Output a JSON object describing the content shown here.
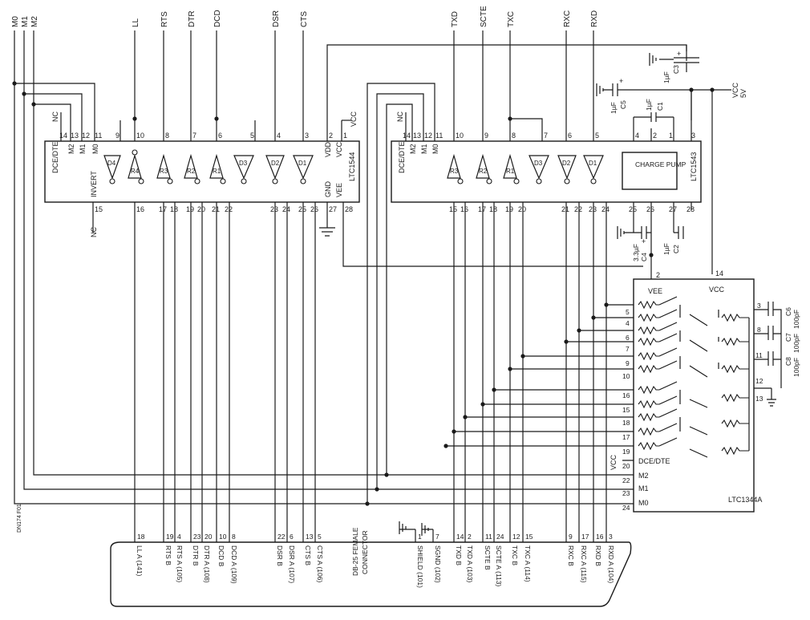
{
  "top_signals": [
    {
      "id": "m0",
      "label": "M0"
    },
    {
      "id": "m1",
      "label": "M1"
    },
    {
      "id": "m2",
      "label": "M2"
    },
    {
      "id": "ll",
      "label": "LL"
    },
    {
      "id": "rts",
      "label": "RTS"
    },
    {
      "id": "dtr",
      "label": "DTR"
    },
    {
      "id": "dcd",
      "label": "DCD"
    },
    {
      "id": "dsr",
      "label": "DSR"
    },
    {
      "id": "cts",
      "label": "CTS"
    },
    {
      "id": "txd",
      "label": "TXD"
    },
    {
      "id": "scte",
      "label": "SCTE"
    },
    {
      "id": "txc",
      "label": "TXC"
    },
    {
      "id": "rxc",
      "label": "RXC"
    },
    {
      "id": "rxd",
      "label": "RXD"
    }
  ],
  "ic_left": {
    "name": "LTC1544",
    "top_pins": [
      "14",
      "13",
      "12",
      "11",
      "10",
      "9",
      "8",
      "7",
      "6",
      "5",
      "4",
      "3",
      "2",
      "1"
    ],
    "bottom_pins": [
      "15",
      "16",
      "17",
      "18",
      "19",
      "20",
      "21",
      "22",
      "23",
      "24",
      "25",
      "26",
      "27",
      "28"
    ],
    "labels": {
      "nc_top": "NC",
      "dce_dte": "DCE/DTE",
      "m2": "M2",
      "m1": "M1",
      "m0": "M0",
      "invert": "INVERT",
      "nc_bottom": "NC",
      "vcc": "VCC",
      "vdd": "VDD",
      "vee": "VEE",
      "gnd": "GND",
      "vcc_top": "VCC"
    },
    "gates": [
      "D4",
      "R4",
      "R3",
      "R2",
      "R1",
      "D3",
      "D2",
      "D1"
    ]
  },
  "ic_right": {
    "name": "LTC1543",
    "top_pins": [
      "14",
      "13",
      "12",
      "11",
      "10",
      "9",
      "8",
      "7",
      "6",
      "5",
      "4",
      "3",
      "2",
      "1"
    ],
    "bottom_pins": [
      "15",
      "16",
      "17",
      "18",
      "19",
      "20",
      "21",
      "22",
      "23",
      "24",
      "25",
      "26",
      "27",
      "28"
    ],
    "labels": {
      "nc": "NC",
      "dce_dte": "DCE/DTE",
      "m2": "M2",
      "m1": "M1",
      "m0": "M0",
      "charge_pump": "CHARGE PUMP"
    },
    "gates": [
      "R3",
      "R2",
      "R1",
      "D3",
      "D2",
      "D1"
    ]
  },
  "caps": {
    "c1": {
      "name": "C1",
      "value": "1µF"
    },
    "c2": {
      "name": "C2",
      "value": "1µF"
    },
    "c3": {
      "name": "C3",
      "value": "1µF"
    },
    "c4": {
      "name": "C4",
      "value": "3.3µF"
    },
    "c5": {
      "name": "C5",
      "value": "1µF"
    },
    "c6": {
      "name": "C6",
      "value": "100pF"
    },
    "c7": {
      "name": "C7",
      "value": "100pF"
    },
    "c8": {
      "name": "C8",
      "value": "100pF"
    }
  },
  "vcc": {
    "label": "VCC",
    "value": "5V"
  },
  "ic_1344": {
    "name": "LTC1344A",
    "left_pins": [
      "5",
      "4",
      "6",
      "7",
      "9",
      "10",
      "16",
      "15",
      "18",
      "17",
      "19",
      "20",
      "22",
      "23",
      "24"
    ],
    "right_pins": [
      "3",
      "8",
      "11",
      "12",
      "13"
    ],
    "labels": {
      "vee": "VEE",
      "vcc": "VCC",
      "vcc_pin": "14",
      "vee_pin": "2",
      "vcc_left": "VCC",
      "dce_dte": "DCE/DTE",
      "m2": "M2",
      "m1": "M1",
      "m0": "M0"
    }
  },
  "connector": {
    "title": "DB-25 FEMALE",
    "subtitle": "CONNECTOR",
    "pins": [
      {
        "num": "18",
        "label": "LL A (141)"
      },
      {
        "num": "19",
        "label": "RTS B"
      },
      {
        "num": "4",
        "label": "RTS A (105)"
      },
      {
        "num": "23",
        "label": "DTR B"
      },
      {
        "num": "20",
        "label": "DTR A (108)"
      },
      {
        "num": "10",
        "label": "DCD B"
      },
      {
        "num": "8",
        "label": "DCD A (109)"
      },
      {
        "num": "22",
        "label": "DSR B"
      },
      {
        "num": "6",
        "label": "DSR A (107)"
      },
      {
        "num": "13",
        "label": "CTS B"
      },
      {
        "num": "5",
        "label": "CTS A (106)"
      },
      {
        "num": "1",
        "label": "SHIELD (101)"
      },
      {
        "num": "7",
        "label": "SGND (102)"
      },
      {
        "num": "14",
        "label": "TXD B"
      },
      {
        "num": "2",
        "label": "TXD A (103)"
      },
      {
        "num": "11",
        "label": "SCTE B"
      },
      {
        "num": "24",
        "label": "SCTE A (113)"
      },
      {
        "num": "12",
        "label": "TXC B"
      },
      {
        "num": "15",
        "label": "TXC A (114)"
      },
      {
        "num": "9",
        "label": "RXC B"
      },
      {
        "num": "17",
        "label": "RXC A (115)"
      },
      {
        "num": "16",
        "label": "RXD B"
      },
      {
        "num": "3",
        "label": "RXD A (104)"
      }
    ]
  },
  "figure_code": "DN174 F01"
}
